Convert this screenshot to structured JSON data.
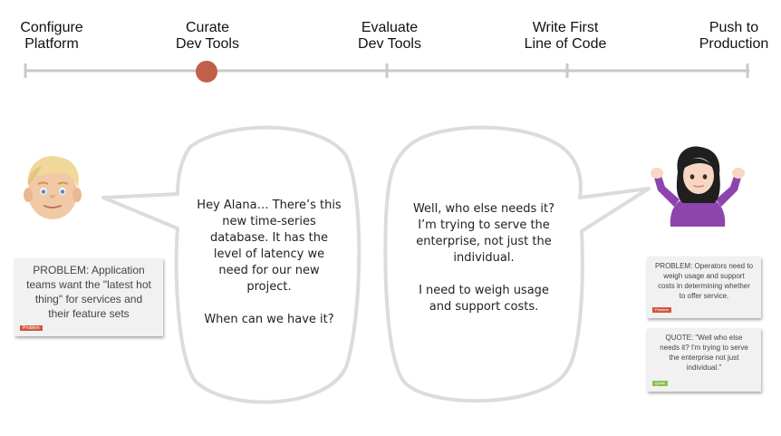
{
  "stages": [
    {
      "line1": "Configure",
      "line2": "Platform"
    },
    {
      "line1": "Curate",
      "line2": "Dev Tools"
    },
    {
      "line1": "Evaluate",
      "line2": "Dev Tools"
    },
    {
      "line1": "Write First",
      "line2": "Line of Code"
    },
    {
      "line1": "Push to",
      "line2": "Production"
    }
  ],
  "current_stage_index": 1,
  "colors": {
    "timeline": "#c9c9c9",
    "marker": "#c0604a",
    "bubble_outline": "#dcdcdc",
    "problem_tag": "#d0573c",
    "quote_tag": "#8bc34a"
  },
  "left_bubble": {
    "lines": [
      "Hey Alana… There’s this",
      "new time-series",
      "database. It has the",
      "level of latency we",
      "need for our new",
      "project."
    ],
    "question": "When can we have it?"
  },
  "right_bubble": {
    "lines": [
      "Well, who else needs it?",
      "I’m trying to serve the",
      "enterprise, not just the",
      "individual."
    ],
    "lines2": [
      "I need to weigh usage",
      "and support costs."
    ]
  },
  "left_card": {
    "lines": [
      "PROBLEM: Application",
      "teams want the \"latest hot",
      "thing\" for services and",
      "their feature sets"
    ],
    "tag": "Problem"
  },
  "right_problem_card": {
    "lines": [
      "PROBLEM: Operators need to",
      "weigh usage and support",
      "costs in determining whether",
      "to offer service."
    ],
    "tag": "Problem"
  },
  "right_quote_card": {
    "lines": [
      "QUOTE: \"Well who else",
      "needs it? I'm trying to serve",
      "the enterprise not just",
      "individual.\""
    ],
    "tag": "Quote"
  },
  "avatars": {
    "left": "developer-man-emoji",
    "right": "shrugging-woman-emoji"
  }
}
